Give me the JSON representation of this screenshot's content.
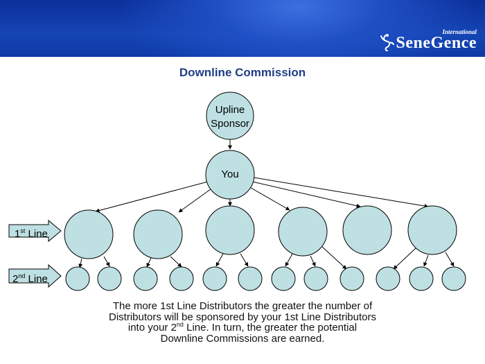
{
  "header": {
    "logo_text": "SeneGence",
    "logo_sup": "International"
  },
  "title": "Downline Commission",
  "nodes": {
    "upline_line1": "Upline",
    "upline_line2": "Sponsor",
    "you": "You"
  },
  "rows": {
    "first": {
      "num": "1",
      "sup": "st",
      "word": "Line"
    },
    "second": {
      "num": "2",
      "sup": "nd",
      "word": "Line"
    }
  },
  "body": {
    "line1": "The more 1st Line Distributors the greater the number of",
    "line2": "Distributors will be sponsored by your 1st Line Distributors",
    "line3_pre": "into your 2",
    "line3_sup": "nd",
    "line3_post": " Line. In turn, the greater the potential",
    "line4": "Downline Commissions are earned."
  },
  "colors": {
    "node_fill": "#bfe0e3",
    "node_stroke": "#000000",
    "banner": "#1545b4",
    "title": "#1f3e86"
  }
}
